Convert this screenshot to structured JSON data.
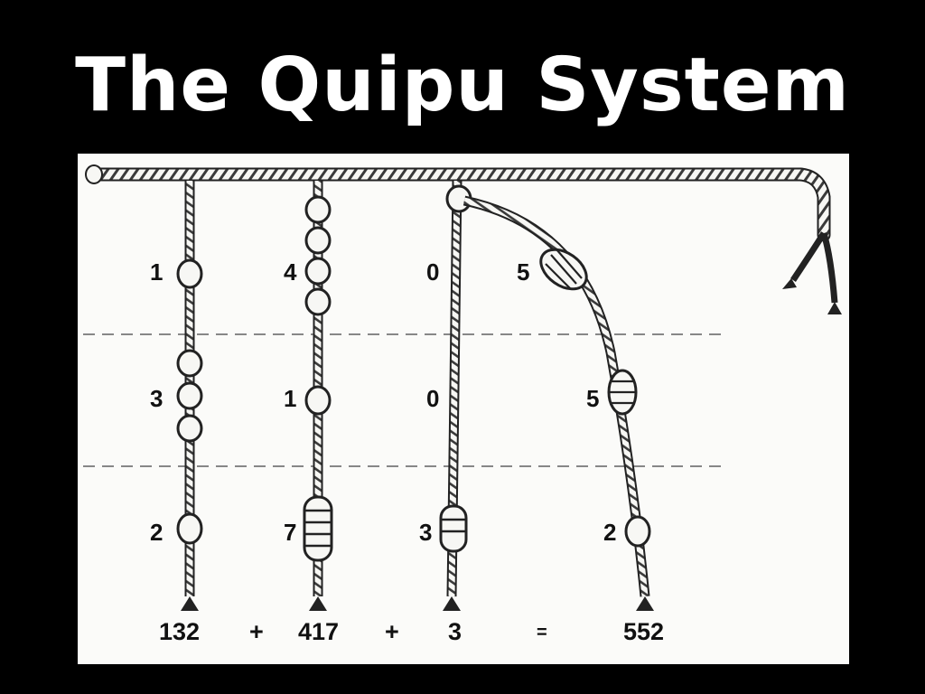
{
  "slide": {
    "title": "The Quipu System",
    "background_color": "#000000",
    "title_color": "#ffffff",
    "figure_background": "#fbfbf9"
  },
  "diagram": {
    "cords": [
      {
        "digits": {
          "hundreds": "1",
          "tens": "3",
          "ones": "2"
        },
        "value": "132"
      },
      {
        "digits": {
          "hundreds": "4",
          "tens": "1",
          "ones": "7"
        },
        "value": "417"
      },
      {
        "digits": {
          "hundreds": "0",
          "tens": "0",
          "ones": "3"
        },
        "value": "3"
      },
      {
        "digits": {
          "hundreds": "5",
          "tens": "5",
          "ones": "2"
        },
        "value": "552"
      }
    ],
    "equation": {
      "op1": "+",
      "op2": "+",
      "equals": "="
    }
  }
}
